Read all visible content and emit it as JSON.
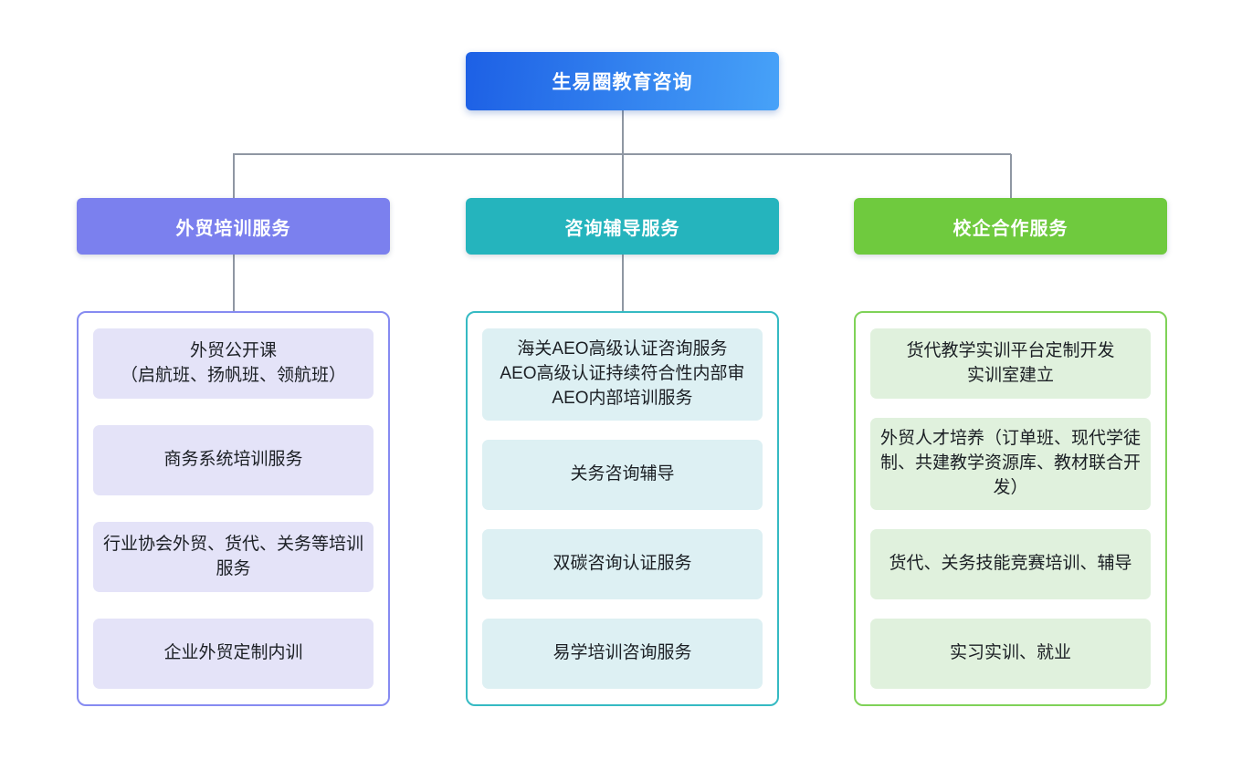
{
  "diagram": {
    "title": "生易圈教育咨询",
    "connector_color": "#8f97a3",
    "root": {
      "label": "生易圈教育咨询",
      "gradient_start": "#1d60e5",
      "gradient_end": "#47a2f8",
      "text_color": "#ffffff"
    },
    "branches": [
      {
        "label": "外贸培训服务",
        "header_color": "#7b80ee",
        "border_color": "#868bf1",
        "item_bg": "#e4e3f8",
        "items": [
          "外贸公开课\n（启航班、扬帆班、领航班）",
          "商务系统培训服务",
          "行业协会外贸、货代、关务等培训服务",
          "企业外贸定制内训"
        ]
      },
      {
        "label": "咨询辅导服务",
        "header_color": "#25b4bd",
        "border_color": "#35bac3",
        "item_bg": "#ddf0f3",
        "items": [
          "海关AEO高级认证咨询服务\nAEO高级认证持续符合性内部审\nAEO内部培训服务",
          "关务咨询辅导",
          "双碳咨询认证服务",
          "易学培训咨询服务"
        ]
      },
      {
        "label": "校企合作服务",
        "header_color": "#6fca3e",
        "border_color": "#7fd258",
        "item_bg": "#e0f1dd",
        "items": [
          "货代教学实训平台定制开发\n实训室建立",
          "外贸人才培养（订单班、现代学徒制、共建教学资源库、教材联合开发）",
          "货代、关务技能竞赛培训、辅导",
          "实习实训、就业"
        ]
      }
    ]
  }
}
